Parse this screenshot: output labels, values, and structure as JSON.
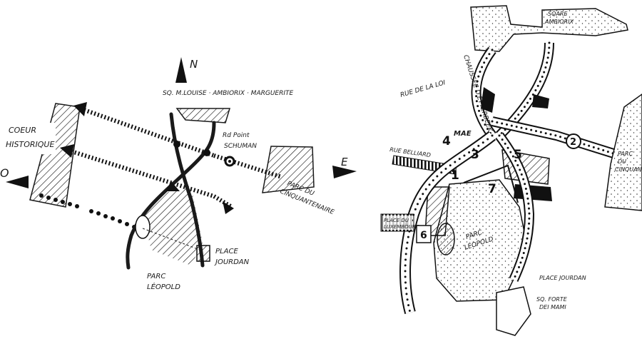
{
  "left_map": {
    "north": "N",
    "east": "E",
    "west": "O",
    "squares": "SQ. M.LOUISE · AMBIORIX · MARGUERITE",
    "rond_point_line1": "Rd Point",
    "rond_point_line2": "SCHUMAN",
    "coeur_line1": "COEUR",
    "coeur_line2": "HISTORIQUE",
    "cinquantenaire_line1": "PARC DU",
    "cinquantenaire_line2": "CINQUANTENAIRE",
    "place_jourdan_line1": "PLACE",
    "place_jourdan_line2": "JOURDAN",
    "parc_leopold_line1": "PARC",
    "parc_leopold_line2": "LÉOPOLD"
  },
  "right_map": {
    "square_line1": "SQARE",
    "square_line2": "AMBIORIX",
    "chaussee": "CHAUSSÉE D'ETTERBEEK",
    "rue_loi": "RUE DE LA LOI",
    "maelbeek": "MAE",
    "rue_belliard": "RUE BELLIARD",
    "parc_cinq_line1": "PARC",
    "parc_cinq_line2": "DU",
    "parc_cinq_line3": "CINQUANT",
    "place_luxembourg_line1": "PLACE DU",
    "place_luxembourg_line2": "LUXEMBOURG",
    "parc_leopold_line1": "PARC",
    "parc_leopold_line2": "LÉOPOLD",
    "place_jourdan": "PLACE JOURDAN",
    "square_forte_line1": "SQ. FORTE",
    "square_forte_line2": "DEI MAMI",
    "numbers": [
      "1",
      "2",
      "3",
      "4",
      "5",
      "6",
      "7"
    ]
  }
}
